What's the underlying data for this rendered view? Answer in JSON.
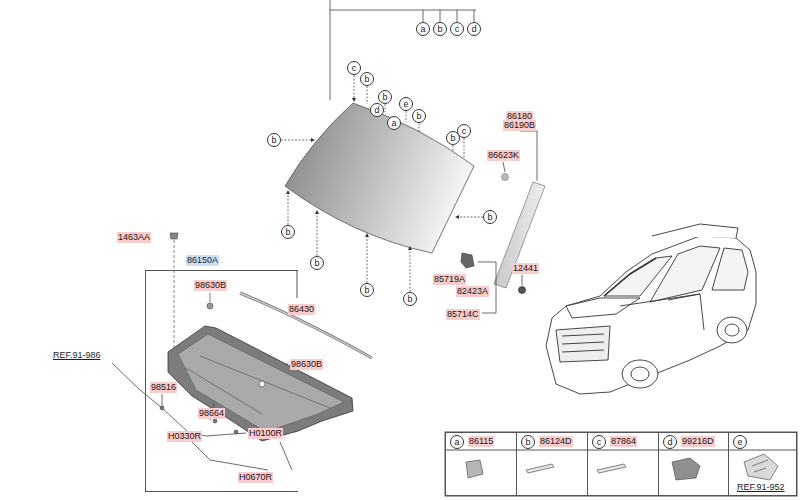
{
  "diagram": {
    "nodes": [
      {
        "text": [
          "a"
        ]
      },
      {
        "text": [
          "b"
        ]
      },
      {
        "text": [
          "c"
        ]
      },
      {
        "text": [
          "d"
        ]
      },
      {
        "text": [
          "c"
        ]
      },
      {
        "text": [
          "b"
        ]
      },
      {
        "text": [
          "b"
        ]
      },
      {
        "text": [
          "d"
        ]
      },
      {
        "text": [
          "e"
        ]
      },
      {
        "text": [
          "b"
        ]
      },
      {
        "text": [
          "a"
        ]
      },
      {
        "text": [
          "c"
        ]
      },
      {
        "text": [
          "b"
        ]
      },
      {
        "text": [
          "b"
        ]
      },
      {
        "text": [
          "b"
        ]
      },
      {
        "text": [
          "b"
        ]
      },
      {
        "text": [
          "b"
        ]
      },
      {
        "text": [
          "b"
        ]
      },
      {
        "text": [
          "b"
        ]
      },
      {
        "text": [
          "86150A"
        ]
      },
      {
        "text": [
          "86115"
        ]
      },
      {
        "text": [
          "a"
        ],
        "in": 20
      },
      {
        "text": [
          "86124D"
        ]
      },
      {
        "text": [
          "b"
        ],
        "in": 22
      },
      {
        "text": [
          "87864"
        ]
      },
      {
        "text": [
          "c"
        ],
        "in": 24
      },
      {
        "text": [
          "99216D"
        ]
      },
      {
        "text": [
          "d"
        ],
        "in": 26
      },
      {
        "text": [
          "REF.91-952"
        ]
      },
      {
        "text": [
          "e"
        ],
        "in": 28
      }
    ],
    "labels": [
      "86180",
      "86190B",
      "86623K",
      "12441",
      "1463AA",
      "85719A",
      "82423A",
      "85714C",
      "98630B",
      "86430",
      "REF.91-986",
      "98630B",
      "98516",
      "98664",
      "H0100R",
      "H0330R",
      "H0670R"
    ]
  }
}
